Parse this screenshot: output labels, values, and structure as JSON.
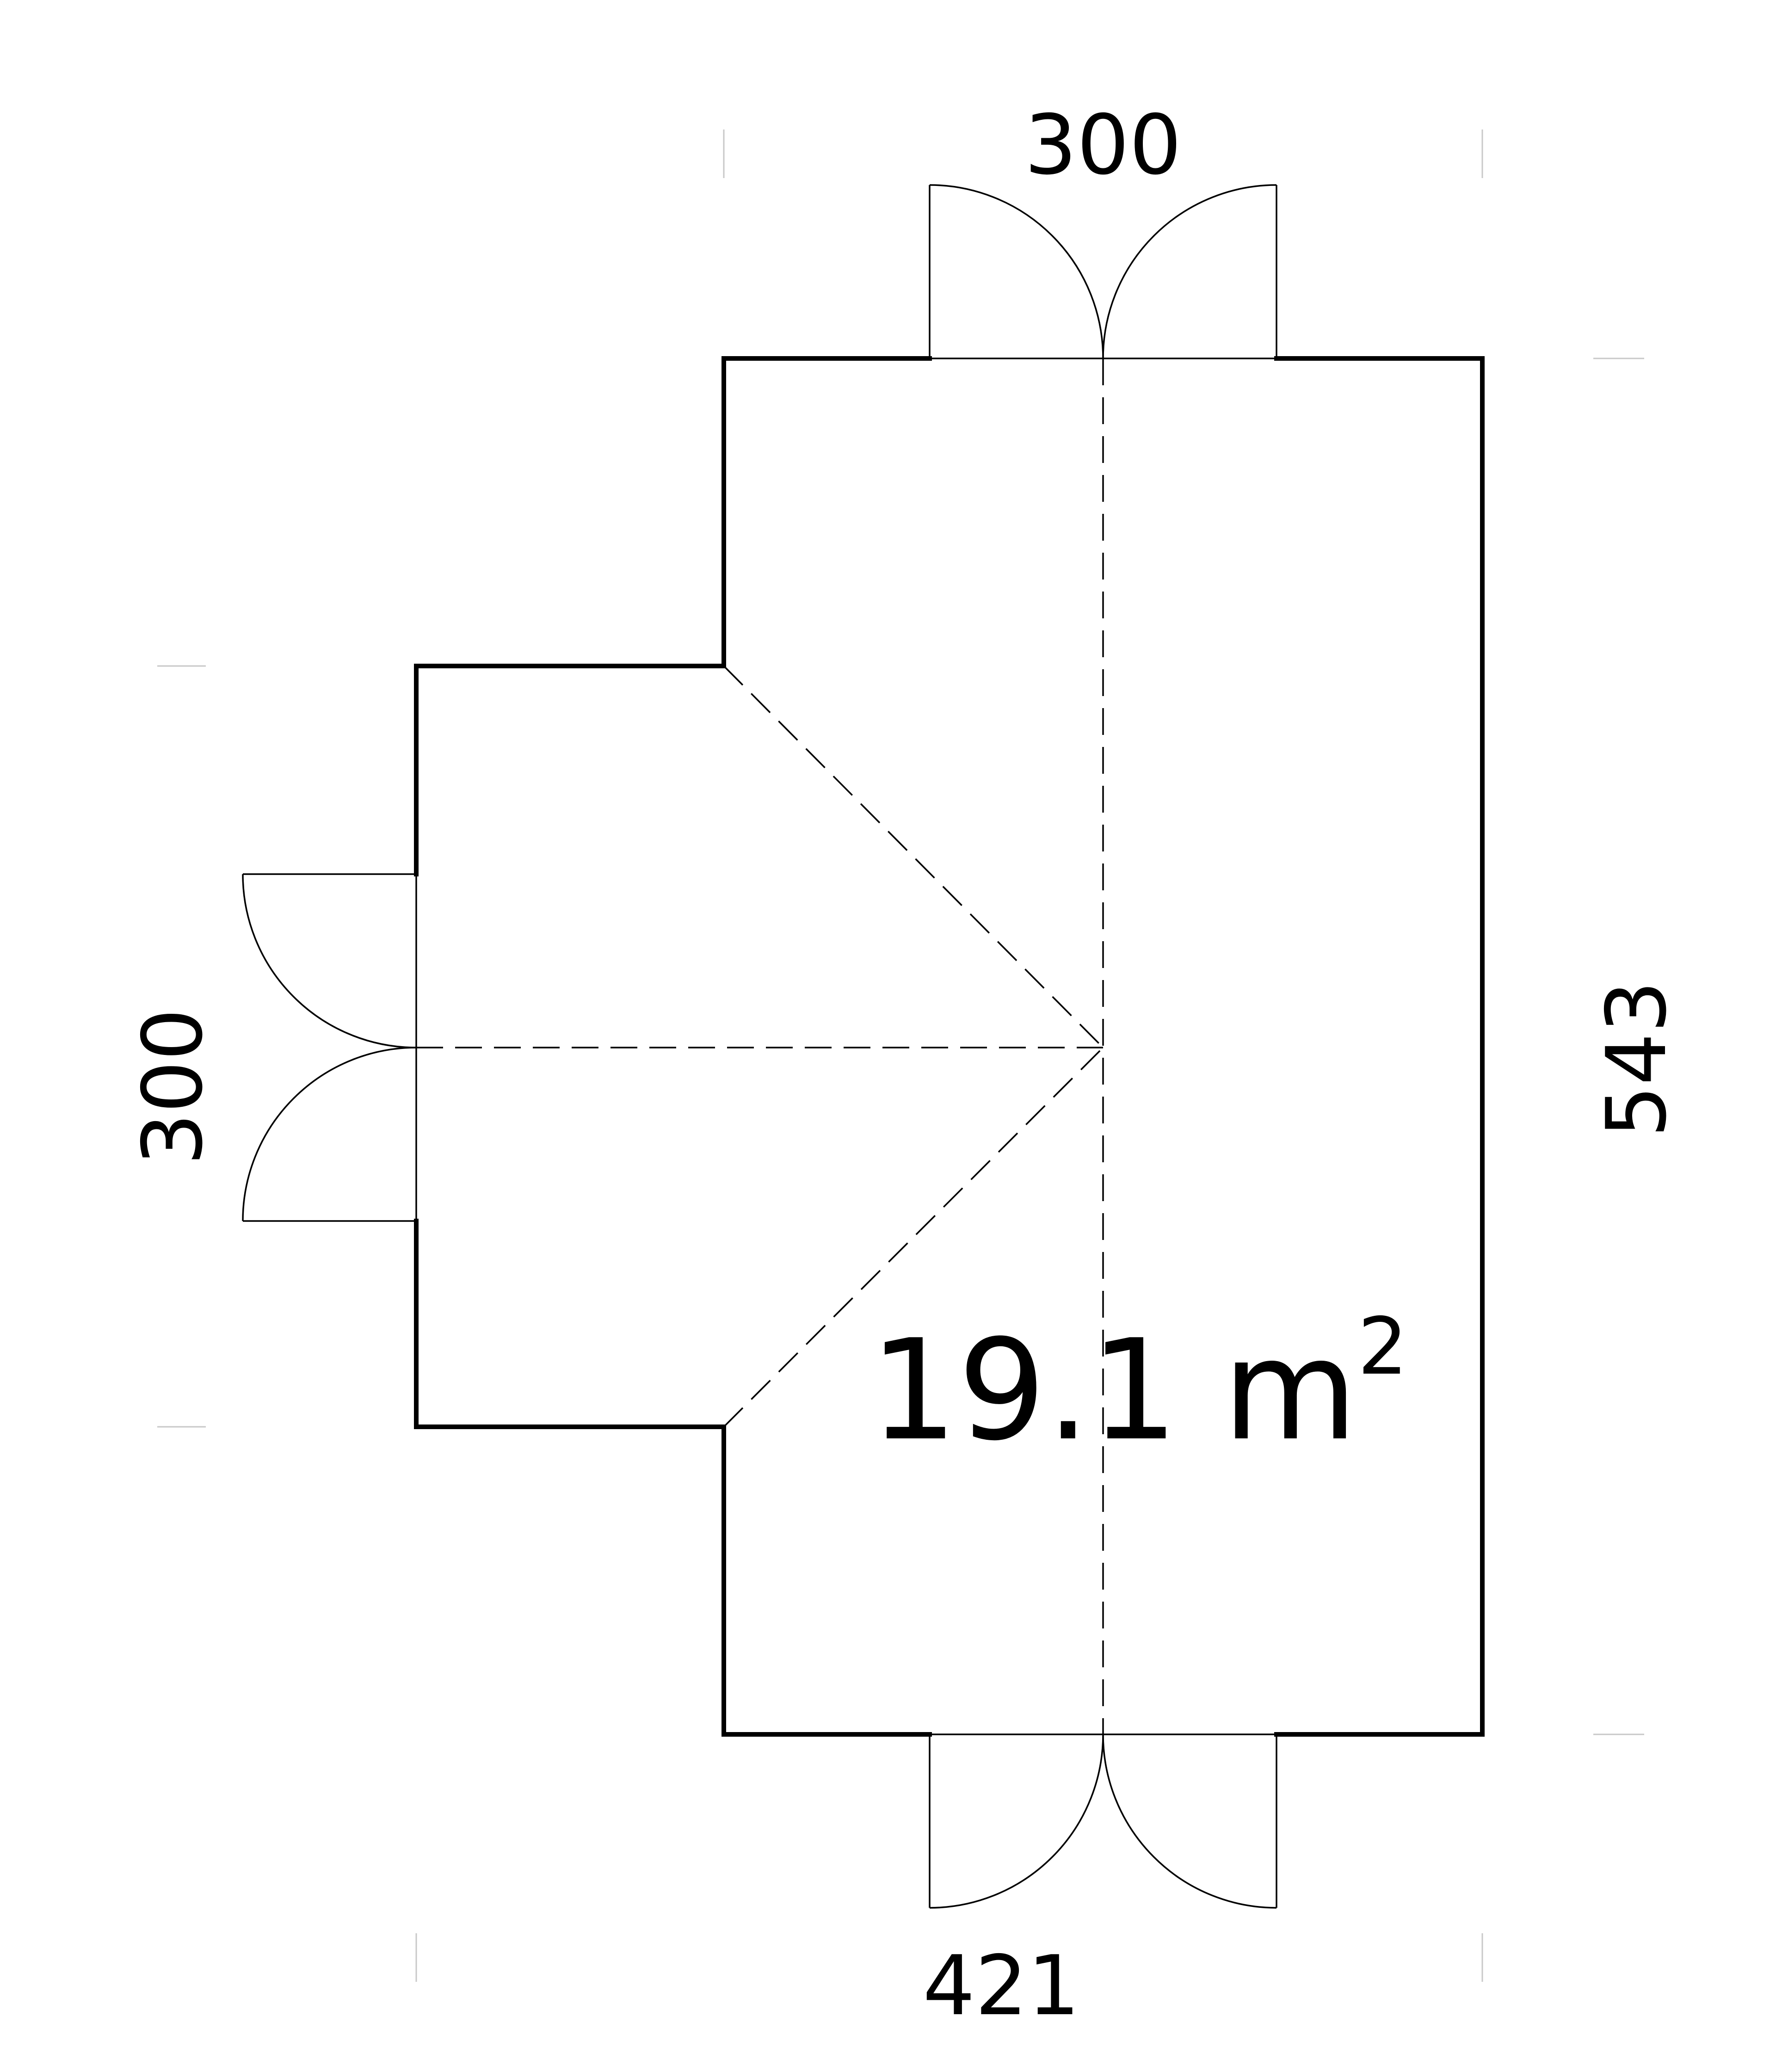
{
  "plan": {
    "dimensions": {
      "top_width": "300",
      "left_width": "300",
      "right_depth": "543",
      "bottom_width": "421"
    },
    "area": {
      "value": "19.1 m",
      "superscript": "2"
    }
  },
  "colors": {
    "background": "#ffffff",
    "line": "#000000",
    "extension_tick": "#c8c8c8"
  }
}
